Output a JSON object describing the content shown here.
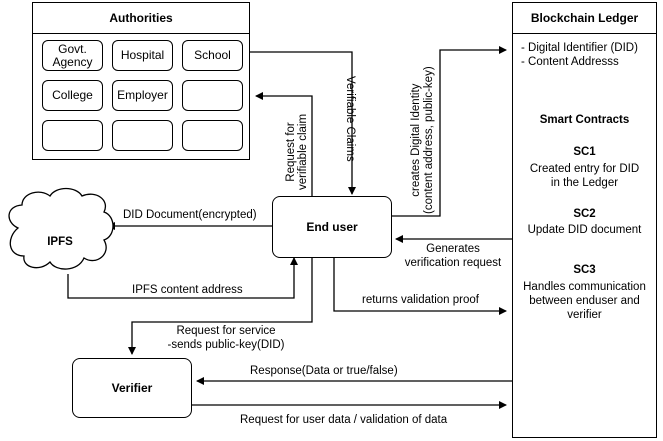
{
  "authorities": {
    "title": "Authorities",
    "items": [
      "Govt.\nAgency",
      "Hospital",
      "School",
      "College",
      "Employer",
      "",
      "",
      "",
      ""
    ]
  },
  "ledger": {
    "title": "Blockchain Ledger",
    "fields": [
      "- Digital Identifier (DID)",
      "- Content Addresss"
    ],
    "smart_contracts_title": "Smart Contracts",
    "contracts": [
      {
        "id": "SC1",
        "desc": "Created entry for DID\nin the Ledger"
      },
      {
        "id": "SC2",
        "desc": "Update DID document"
      },
      {
        "id": "SC3",
        "desc": "Handles communication\nbetween enduser and\nverifier"
      }
    ]
  },
  "nodes": {
    "end_user": "End user",
    "ipfs": "IPFS",
    "verifier": "Verifier"
  },
  "edges": {
    "request_claim": "Request for\nverifiable claim",
    "verifiable_claims": "Verifiable Claims",
    "creates_did": "creates Digital Identity\n(content address, public-key)",
    "did_document": "DID Document(encrypted)",
    "ipfs_content_address": "IPFS content address",
    "generates_verification": "Generates\nverification request",
    "returns_validation": "returns validation proof",
    "request_service": "Request for service\n-sends public-key(DID)",
    "response": "Response(Data or true/false)",
    "request_user_data": "Request for user data / validation of data"
  }
}
